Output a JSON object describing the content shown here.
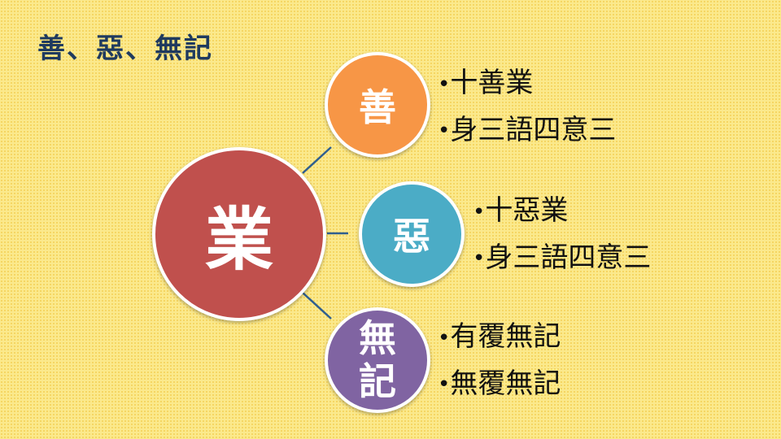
{
  "title": "善、惡、無記",
  "center": "業",
  "nodes": {
    "good": {
      "label": "善",
      "items": [
        "十善業",
        "身三語四意三"
      ]
    },
    "bad": {
      "label": "惡",
      "items": [
        "十惡業",
        "身三語四意三"
      ]
    },
    "neutral": {
      "label_line1": "無",
      "label_line2": "記",
      "items": [
        "有覆無記",
        "無覆無記"
      ]
    }
  },
  "colors": {
    "center": "#c0504d",
    "good": "#f79646",
    "bad": "#4bacc6",
    "neutral": "#8064a2",
    "connector": "#2f5f8f",
    "title": "#1f3a5f"
  }
}
